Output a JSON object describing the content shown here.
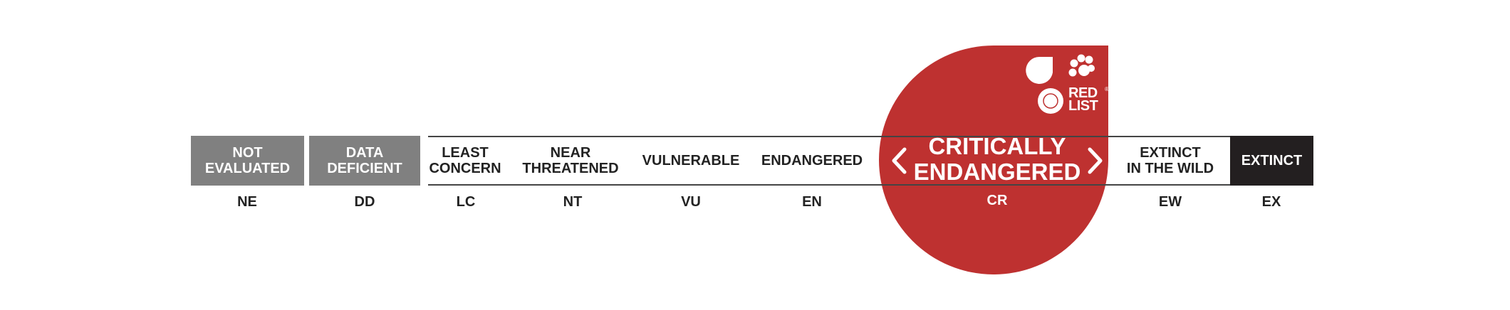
{
  "categories": [
    {
      "name": "NOT\nEVALUATED",
      "code": "NE"
    },
    {
      "name": "DATA\nDEFICIENT",
      "code": "DD"
    },
    {
      "name": "LEAST\nCONCERN",
      "code": "LC"
    },
    {
      "name": "NEAR\nTHREATENED",
      "code": "NT"
    },
    {
      "name": "VULNERABLE",
      "code": "VU"
    },
    {
      "name": "ENDANGERED",
      "code": "EN"
    },
    {
      "name": "CRITICALLY\nENDANGERED",
      "code": "CR"
    },
    {
      "name": "EXTINCT\nIN THE WILD",
      "code": "EW"
    },
    {
      "name": "EXTINCT",
      "code": "EX"
    }
  ],
  "logo": {
    "text": "RED\nLIST",
    "registered": "®"
  },
  "colors": {
    "grey": "#808080",
    "red": "#be3130",
    "black": "#231f20",
    "line": "#444444"
  },
  "icons": {
    "arrows": "chevron-left-icon / chevron-right-icon",
    "logo": "iucn-red-list-logo"
  }
}
